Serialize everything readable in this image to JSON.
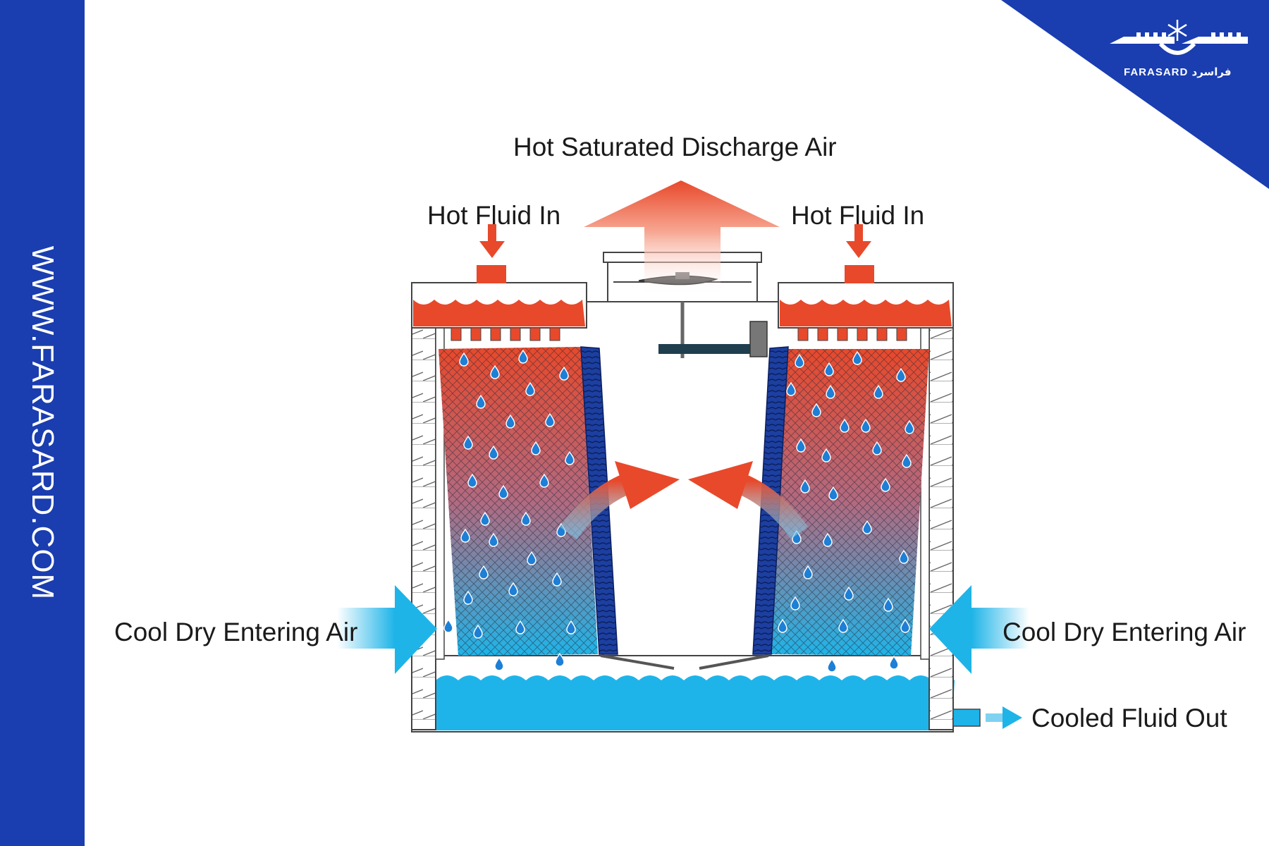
{
  "sidebar": {
    "url": "WWW.FARASARD.COM"
  },
  "logo": {
    "text": "FARASARD",
    "script": "فراسرد"
  },
  "labels": {
    "discharge_air": "Hot Saturated Discharge Air",
    "hot_fluid_in_left": "Hot Fluid In",
    "hot_fluid_in_right": "Hot Fluid In",
    "cool_air_left": "Cool Dry Entering Air",
    "cool_air_right": "Cool Dry Entering Air",
    "cooled_fluid_out": "Cooled Fluid Out"
  },
  "icons": [
    "snowflake-icon",
    "fan-icon",
    "motor-icon",
    "water-drop-icon",
    "arrow-icon"
  ],
  "colors": {
    "brand_blue": "#1a3db0",
    "hot": "#e8492b",
    "cool": "#1fb4e8",
    "coil_blue": "#1c3fa0",
    "water": "#1eb4ea",
    "outline": "#444444"
  }
}
